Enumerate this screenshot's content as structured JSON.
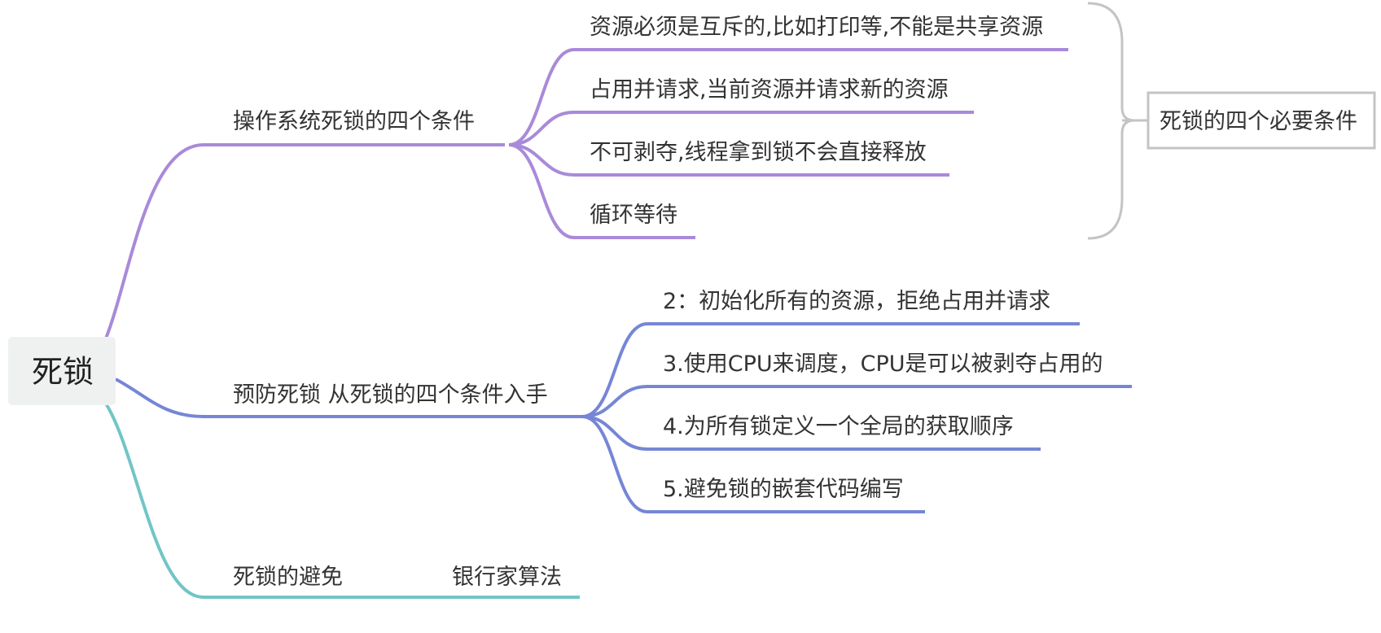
{
  "root": {
    "label": "死锁"
  },
  "branches": [
    {
      "label": "操作系统死锁的四个条件",
      "color": "#a98ad9",
      "children": [
        {
          "label": "资源必须是互斥的,比如打印等,不能是共享资源"
        },
        {
          "label": "占用并请求,当前资源并请求新的资源"
        },
        {
          "label": "不可剥夺,线程拿到锁不会直接释放"
        },
        {
          "label": "循环等待"
        }
      ],
      "summary": {
        "label": "死锁的四个必要条件",
        "color": "#c4c4c4"
      }
    },
    {
      "label": "预防死锁 从死锁的四个条件入手",
      "color": "#7686d6",
      "children": [
        {
          "label": "2：初始化所有的资源，拒绝占用并请求"
        },
        {
          "label": "3.使用CPU来调度，CPU是可以被剥夺占用的"
        },
        {
          "label": "4.为所有锁定义一个全局的获取顺序"
        },
        {
          "label": "5.避免锁的嵌套代码编写"
        }
      ]
    },
    {
      "label": "死锁的避免",
      "color": "#72c5c6",
      "children": [
        {
          "label": "银行家算法"
        }
      ]
    }
  ]
}
